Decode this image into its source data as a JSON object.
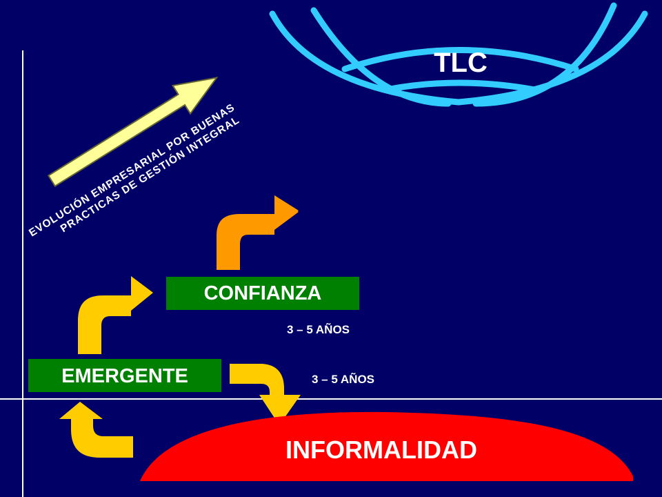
{
  "colors": {
    "background": "#000066",
    "axis": "#FFFFFF",
    "globe": "#33CCFF",
    "box_fill": "#008000",
    "box_text": "#FFFFFF",
    "informalidad_fill": "#FF0000",
    "arrow_yellow": "#FFCC00",
    "arrow_orange": "#FF9900",
    "diagonal_arrow": "#FFFF99"
  },
  "icons": {
    "globe": "globe-icon",
    "curved_arrow": "curved-arrow-icon",
    "diagonal_arrow": "arrow-up-right-icon"
  },
  "nodes": {
    "tlc": "TLC",
    "confianza": "CONFIANZA",
    "emergente": "EMERGENTE",
    "informalidad": "INFORMALIDAD"
  },
  "durations": {
    "confianza_to_tlc": "3 – 5 AÑOS",
    "emergente_to_confianza": "3 – 5 AÑOS"
  },
  "diagonal_label": {
    "line1": "EVOLUCIÓN EMPRESARIAL POR BUENAS",
    "line2": "PRACTICAS DE GESTIÓN INTEGRAL"
  }
}
